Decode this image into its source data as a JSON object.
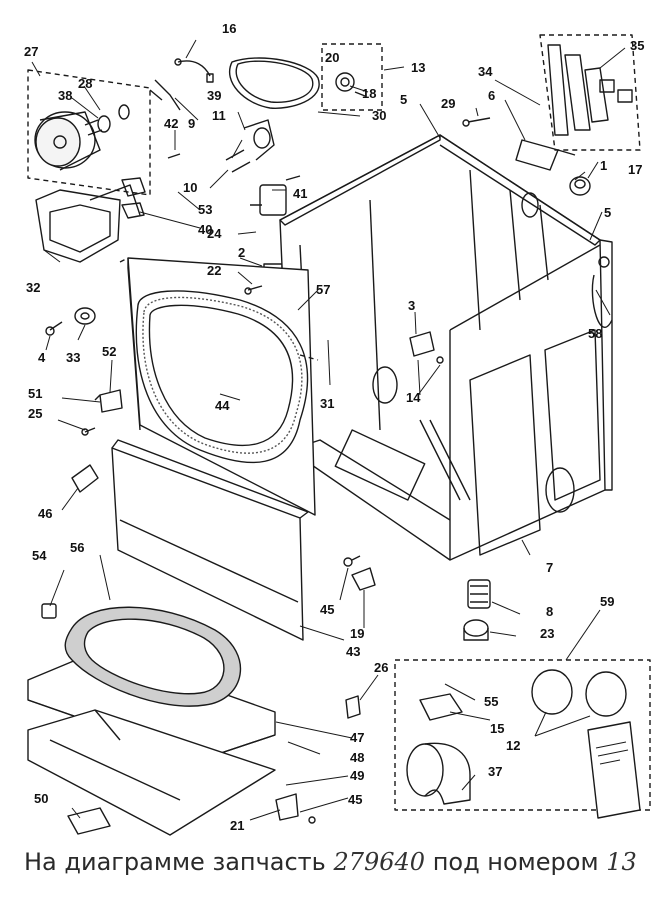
{
  "labels": {
    "n1": "1",
    "n2": "2",
    "n3": "3",
    "n4": "4",
    "n5a": "5",
    "n5b": "5",
    "n6": "6",
    "n7": "7",
    "n8": "8",
    "n9": "9",
    "n10": "10",
    "n11": "11",
    "n12": "12",
    "n13": "13",
    "n14": "14",
    "n15": "15",
    "n16": "16",
    "n17": "17",
    "n18": "18",
    "n19": "19",
    "n20": "20",
    "n21": "21",
    "n22": "22",
    "n23": "23",
    "n24": "24",
    "n25": "25",
    "n26": "26",
    "n27": "27",
    "n28": "28",
    "n29": "29",
    "n30": "30",
    "n31": "31",
    "n32": "32",
    "n33": "33",
    "n34": "34",
    "n35": "35",
    "n37": "37",
    "n38": "38",
    "n39": "39",
    "n40": "40",
    "n41": "41",
    "n42": "42",
    "n43": "43",
    "n44": "44",
    "n45a": "45",
    "n45b": "45",
    "n46": "46",
    "n47": "47",
    "n48": "48",
    "n49": "49",
    "n50": "50",
    "n51": "51",
    "n52": "52",
    "n53": "53",
    "n54": "54",
    "n55": "55",
    "n56": "56",
    "n57": "57",
    "n58": "58",
    "n59": "59"
  },
  "caption": {
    "prefix": "На диаграмме запчасть ",
    "part_number": "279640",
    "middle": " под номером ",
    "callout": "13"
  },
  "colors": {
    "line": "#1a1a1a",
    "fill": "#ffffff",
    "gasket": "#cfcfcf"
  }
}
